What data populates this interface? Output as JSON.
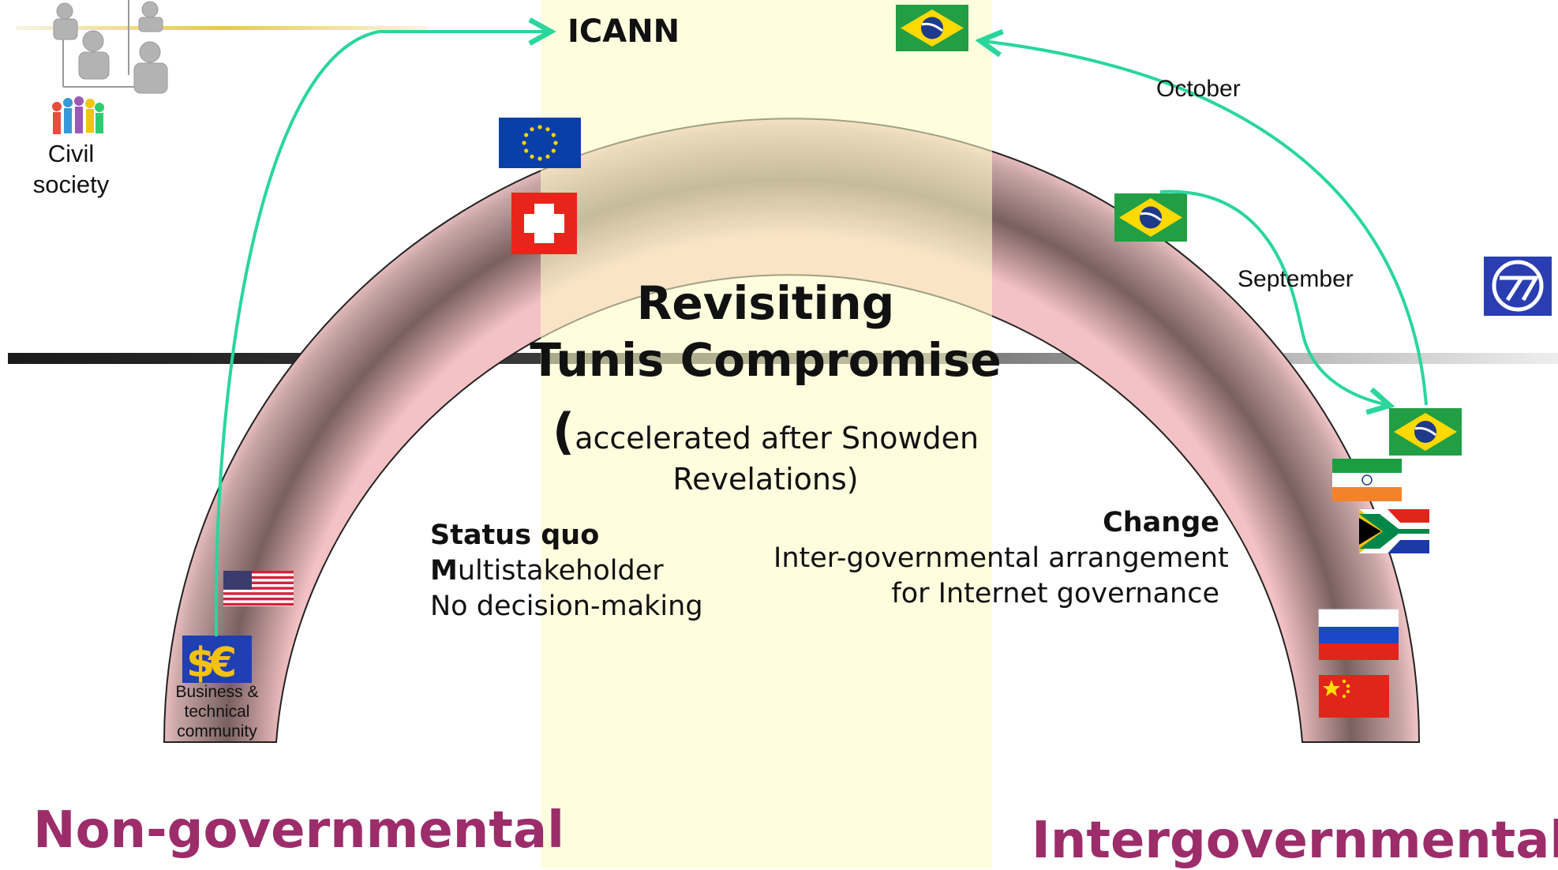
{
  "title": {
    "line1": "Revisiting",
    "line2": "Tunis Compromise",
    "sub_paren": "(",
    "sub_line1": "accelerated after Snowden",
    "sub_line2": "Revelations)"
  },
  "icann_label": "ICANN",
  "civil_society": {
    "line1": "Civil",
    "line2": "society"
  },
  "business": {
    "line1": "Business &",
    "line2": "technical",
    "line3": "community"
  },
  "status_quo": {
    "heading": "Status quo",
    "line1_bold": "M",
    "line1_rest": "ultistakeholder",
    "line2": "No decision-making"
  },
  "change": {
    "heading": "Change",
    "line1": "Inter-governmental arrangement",
    "line2": "for Internet governance"
  },
  "timeline": {
    "october": "October",
    "september": "September"
  },
  "left_label": "Non-governmental",
  "right_label": "Intergovernmental",
  "flags": [
    "eu",
    "switzerland",
    "brazil",
    "brazil",
    "brazil",
    "india",
    "south-africa",
    "russia",
    "china",
    "usa"
  ],
  "colors": {
    "accent_magenta": "#9c2d6a",
    "arrow_teal": "#2ad69c",
    "center_band": "#fdfde0",
    "arch_pink": "#f4c2c4",
    "arch_dark": "#7a6060"
  }
}
